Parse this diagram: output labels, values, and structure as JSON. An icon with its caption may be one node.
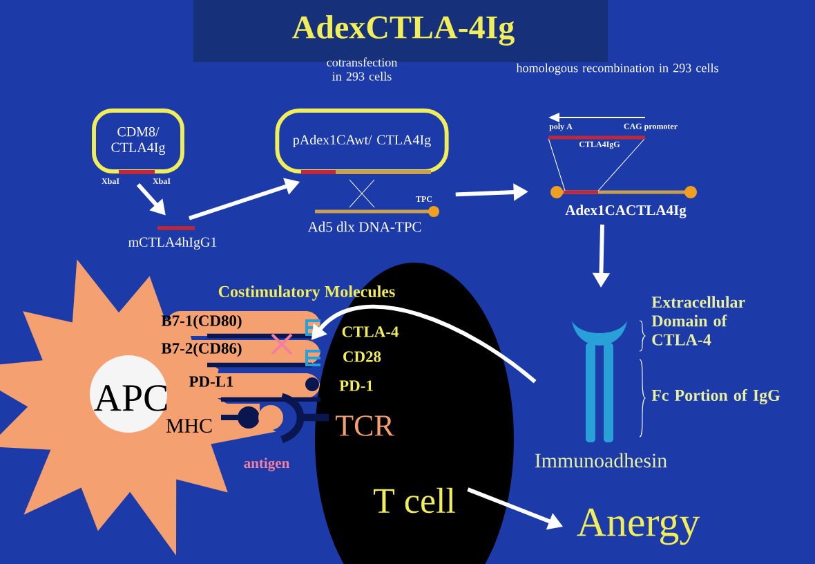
{
  "diagram": {
    "title": "AdexCTLA-4Ig",
    "nodes": [
      {
        "text": [
          "CDM8/ CTLA4Ig"
        ],
        "beside": [
          "XbaI",
          "XbaI"
        ]
      },
      {
        "text": [
          "mCTLA4hIgG1"
        ]
      },
      {
        "text": [
          "pAdex1CAwt/ CTLA4Ig"
        ]
      },
      {
        "text": [
          "Ad5 dlx DNA-TPC"
        ],
        "beside": [
          "TPC"
        ]
      },
      {
        "text": [
          "Adex1CACTLA4Ig"
        ]
      },
      {
        "text": [
          "Immunoadhesin"
        ],
        "beside": [
          "Extracellular Domain of CTLA-4",
          "Fc Portion of IgG"
        ]
      },
      {
        "text": [
          "APC"
        ]
      },
      {
        "text": [
          "T cell"
        ]
      },
      {
        "text": [
          "Anergy"
        ]
      }
    ],
    "edges": [
      {
        "from": 0,
        "to": 1,
        "arrow": "to"
      },
      {
        "from": 1,
        "to": 2,
        "arrow": "to"
      },
      {
        "from": 3,
        "to": 4,
        "arrow": "to"
      },
      {
        "from": 4,
        "to": 5,
        "arrow": "to"
      },
      {
        "from": 5,
        "to": 7,
        "arrow": "to"
      },
      {
        "from": 7,
        "to": 8,
        "arrow": "to"
      }
    ],
    "labels": [
      "cotransfection in 293 cells",
      "homologous recombination in 293 cells",
      "poly A",
      "CAG promoter",
      "CTLA4IgG",
      "Costimulatory Molecules",
      "B7-1(CD80)",
      "CTLA-4",
      "B7-2(CD86)",
      "CD28",
      "PD-L1",
      "PD-1",
      "MHC",
      "TCR",
      "antigen"
    ]
  }
}
